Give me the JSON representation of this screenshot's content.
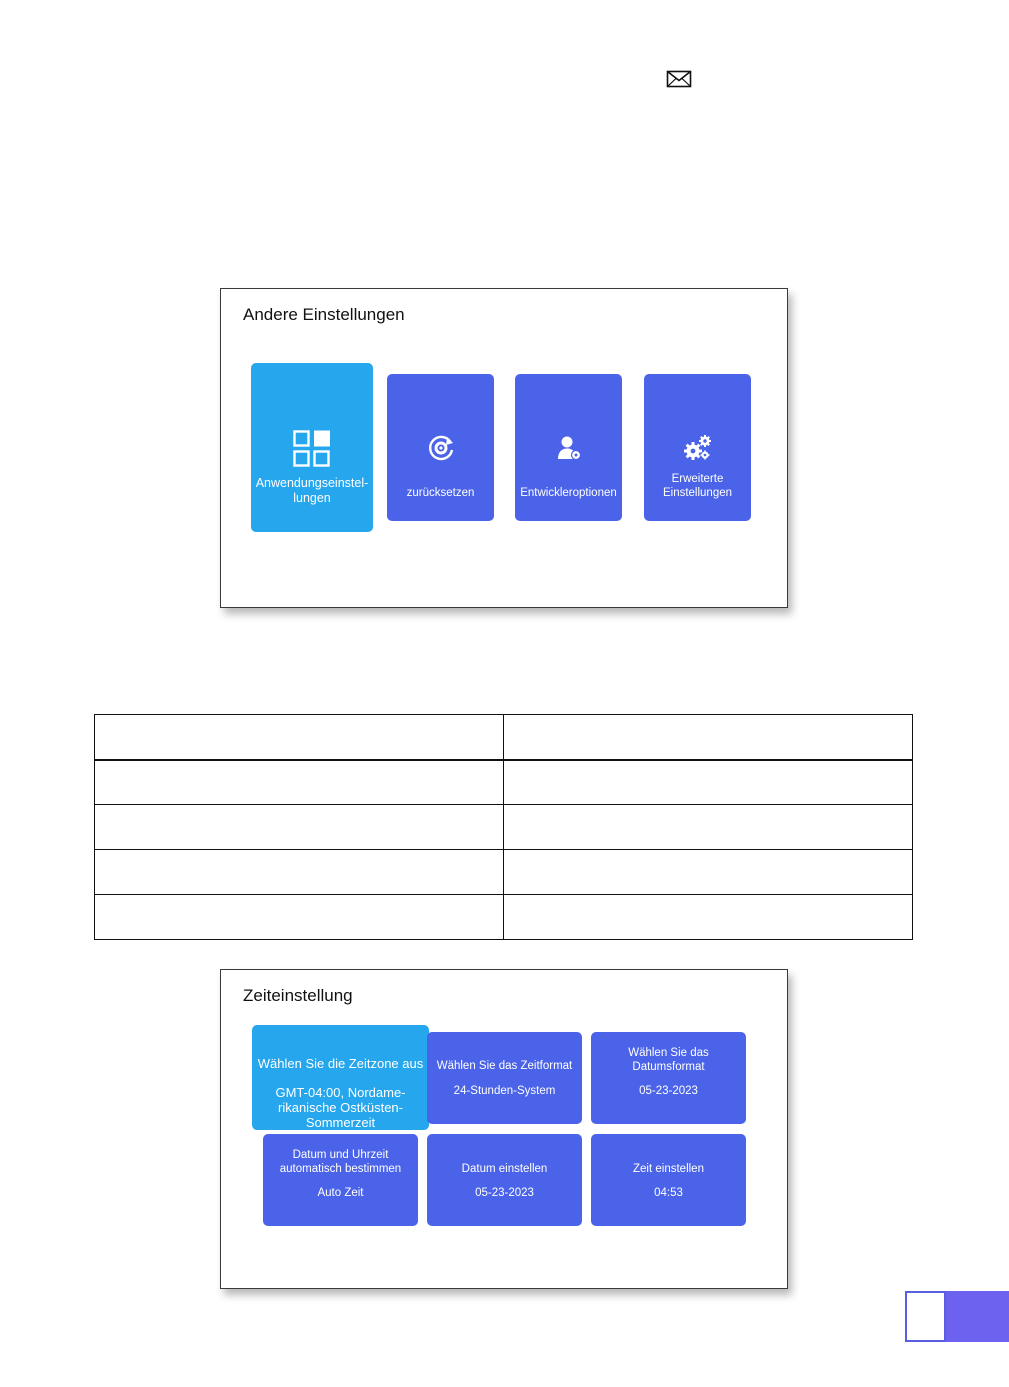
{
  "header": {
    "icon": "envelope-icon"
  },
  "other_settings": {
    "title": "Andere Einstellungen",
    "tiles": [
      {
        "label": "Anwendungseinstel-lungen",
        "label_line1": "Anwendungseinstel-",
        "label_line2": "lungen",
        "icon": "app-grid-icon",
        "active": true
      },
      {
        "label": "zurücksetzen",
        "icon": "reset-gear-icon",
        "active": false
      },
      {
        "label": "Entwickleroptionen",
        "icon": "developer-user-icon",
        "active": false
      },
      {
        "label_line1": "Erweiterte",
        "label_line2": "Einstellungen",
        "icon": "gears-icon",
        "active": false
      }
    ]
  },
  "table": {
    "rows": [
      [
        "",
        ""
      ],
      [
        "",
        ""
      ],
      [
        "",
        ""
      ],
      [
        "",
        ""
      ],
      [
        "",
        ""
      ]
    ]
  },
  "time_settings": {
    "title": "Zeiteinstellung",
    "tiles": [
      {
        "title": "Wählen Sie die Zeitzone aus",
        "value_line1": "GMT-04:00, Nordame-",
        "value_line2": "rikanische Ostküsten-",
        "value_line3": "Sommerzeit",
        "active": true
      },
      {
        "title": "Wählen Sie das Zeitformat",
        "value": "24-Stunden-System",
        "active": false
      },
      {
        "title_line1": "Wählen Sie das",
        "title_line2": "Datumsformat",
        "value": "05-23-2023",
        "active": false
      },
      {
        "title_line1": "Datum und Uhrzeit",
        "title_line2": "automatisch bestimmen",
        "value": "Auto Zeit",
        "active": false
      },
      {
        "title": "Datum einstellen",
        "value": "05-23-2023",
        "active": false
      },
      {
        "title": "Zeit einstellen",
        "value": "04:53",
        "active": false
      }
    ]
  },
  "colors": {
    "tile_blue": "#4a63e8",
    "tile_active": "#26a6ec",
    "page_box": "#6d62f0"
  }
}
